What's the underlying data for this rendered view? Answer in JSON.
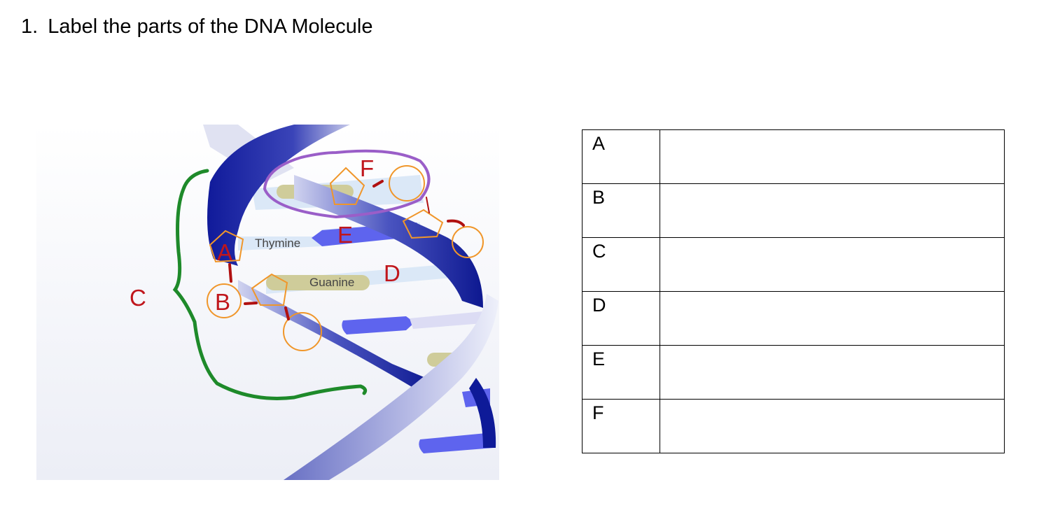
{
  "question": {
    "number": "1.",
    "text": "Label the parts of the DNA Molecule"
  },
  "diagram": {
    "labels": {
      "A": "A",
      "B": "B",
      "C": "C",
      "D": "D",
      "E": "E",
      "F": "F"
    },
    "bases": {
      "thymine": "Thymine",
      "guanine": "Guanine"
    },
    "colors": {
      "label": "#c0161c",
      "backbone": "#1a1f9c",
      "sugar_outline": "#f0962a",
      "bracket": "#1e8a2a",
      "circle_f": "#9a5ec8",
      "bond": "#b01010"
    }
  },
  "answer_table": {
    "rows": [
      {
        "letter": "A",
        "answer": ""
      },
      {
        "letter": "B",
        "answer": ""
      },
      {
        "letter": "C",
        "answer": ""
      },
      {
        "letter": "D",
        "answer": ""
      },
      {
        "letter": "E",
        "answer": ""
      },
      {
        "letter": "F",
        "answer": ""
      }
    ]
  }
}
